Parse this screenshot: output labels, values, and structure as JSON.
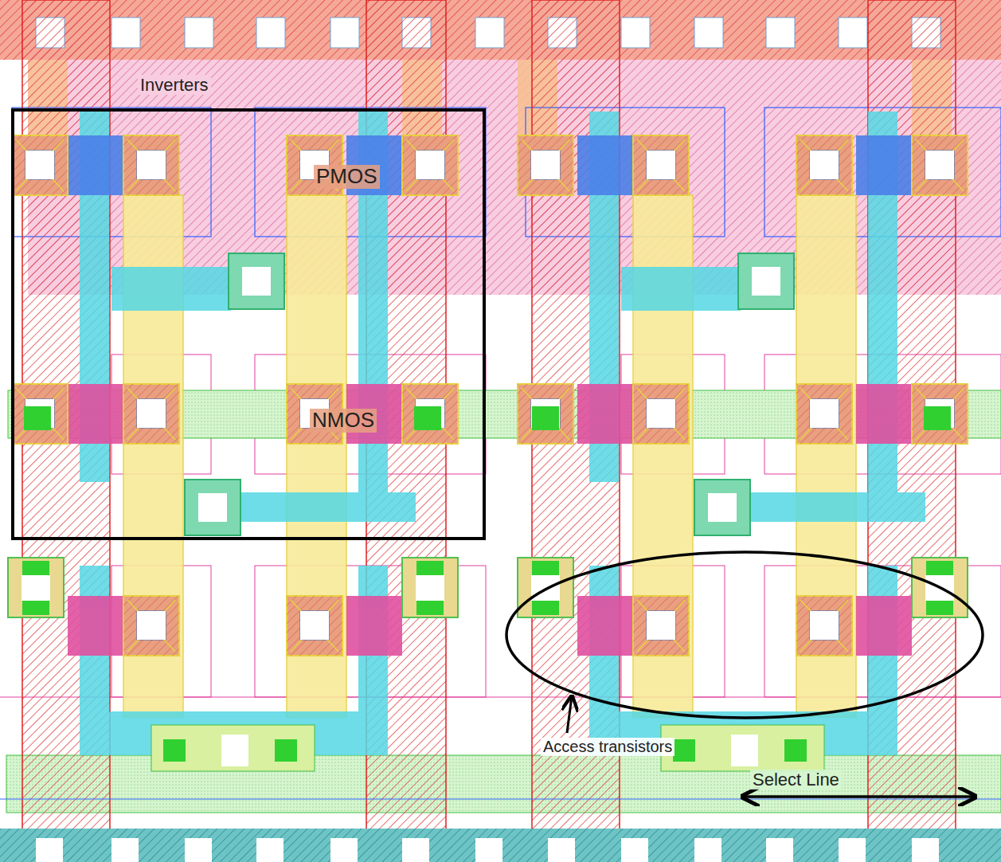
{
  "diagram": {
    "nodes": [
      {
        "text": [
          "Inverters"
        ]
      },
      {
        "text": [
          "Access transistors"
        ]
      }
    ],
    "labels": [
      "PMOS",
      "NMOS",
      "Select Line"
    ]
  }
}
